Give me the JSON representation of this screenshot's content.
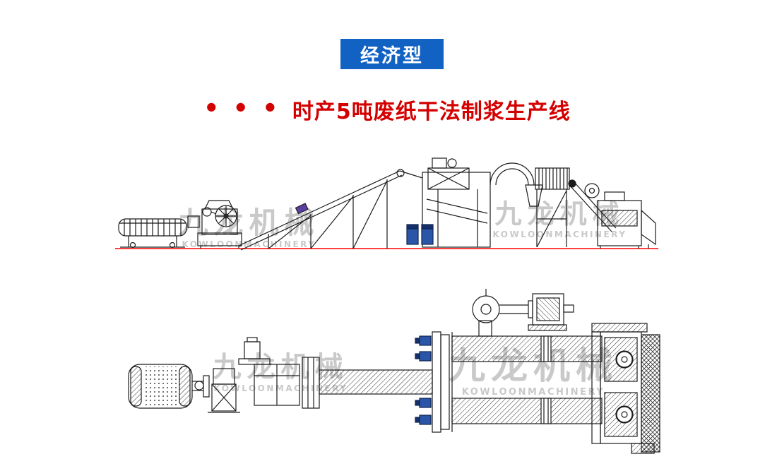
{
  "badge": {
    "label": "经济型",
    "bg_color": "#1262c4",
    "text_color": "#ffffff"
  },
  "title": {
    "bullets": "● ● ●",
    "text": "时产5吨废纸干法制浆生产线",
    "color": "#d40000"
  },
  "watermark": {
    "cn": "九龙机械",
    "en": "KOWLOONMACHINERY",
    "color": "#c9c9c9"
  },
  "diagram": {
    "baseline_color": "#ff0000",
    "line_color": "#1b1b1b",
    "valve_color": "#2b56a8",
    "highlight_color": "#5b3fa0"
  }
}
